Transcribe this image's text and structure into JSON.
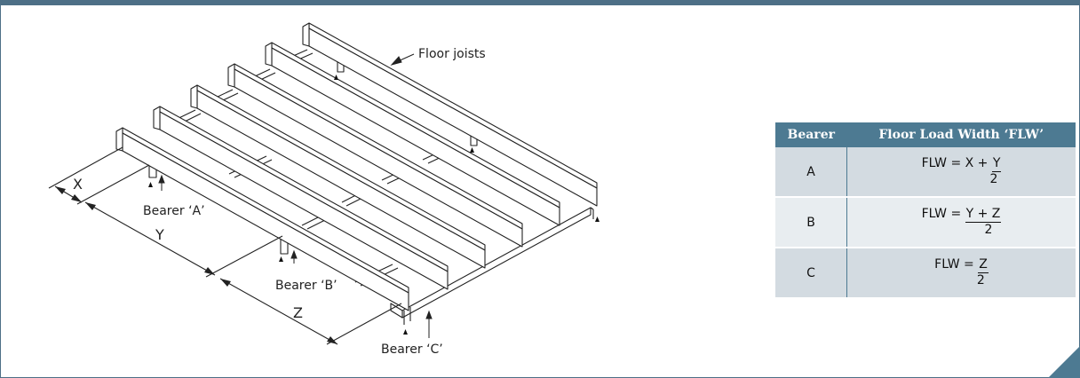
{
  "labels": {
    "floor_joists": "Floor joists",
    "bearer_a": "Bearer ‘A’",
    "bearer_b": "Bearer ‘B’",
    "bearer_c": "Bearer ‘C’",
    "dim_x": "X",
    "dim_y": "Y",
    "dim_z": "Z"
  },
  "table": {
    "headers": [
      "Bearer",
      "Floor Load Width ‘FLW’"
    ],
    "rows": [
      {
        "bearer": "A",
        "prefix": "FLW = X + ",
        "numerator": "Y",
        "denominator": "2"
      },
      {
        "bearer": "B",
        "prefix": "FLW = ",
        "numerator": "Y + Z",
        "denominator": "2"
      },
      {
        "bearer": "C",
        "prefix": "FLW = ",
        "numerator": "Z",
        "denominator": "2"
      }
    ]
  },
  "colors": {
    "accent": "#4d7a92",
    "row_light": "#e8edf0",
    "row_dark": "#d3dbe1",
    "line": "#222222"
  }
}
